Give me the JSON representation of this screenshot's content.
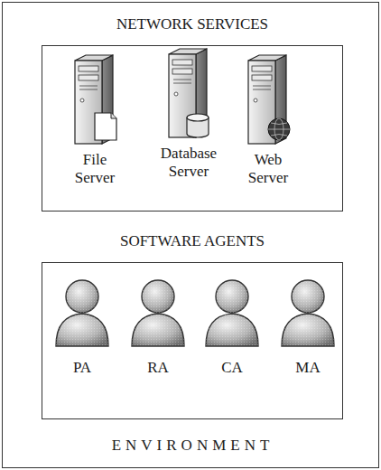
{
  "diagram": {
    "nodes": [
      {
        "text": [
          "ENVIRONMENT"
        ]
      },
      {
        "text": [
          "NETWORK SERVICES"
        ],
        "in": 0
      },
      {
        "text": [
          "File Server"
        ],
        "in": 1
      },
      {
        "text": [
          "Database Server"
        ],
        "in": 1
      },
      {
        "text": [
          "Web Server"
        ],
        "in": 1
      },
      {
        "text": [
          "SOFTWARE AGENTS"
        ],
        "in": 0
      },
      {
        "text": [
          "PA"
        ],
        "in": 5
      },
      {
        "text": [
          "RA"
        ],
        "in": 5
      },
      {
        "text": [
          "CA"
        ],
        "in": 5
      },
      {
        "text": [
          "MA"
        ],
        "in": 5
      }
    ]
  }
}
